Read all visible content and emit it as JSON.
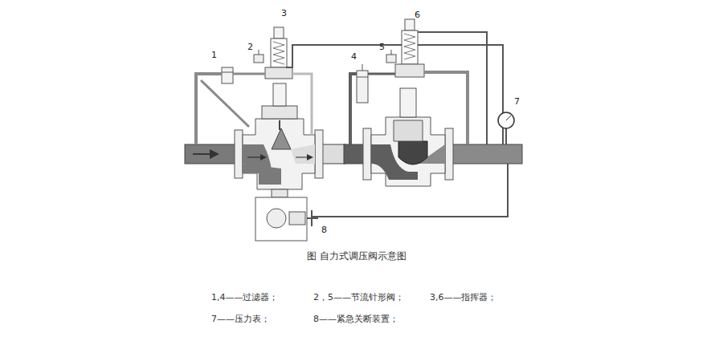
{
  "diagram": {
    "caption": "图 自力式调压阀示意图",
    "labels": [
      "1",
      "2",
      "3",
      "4",
      "5",
      "6",
      "7",
      "8",
      "1,4——过滤器；",
      "2，5——节流针形阀；",
      "3,6——指挥器；",
      "7——压力表；",
      "8——紧急关断装置；"
    ]
  }
}
